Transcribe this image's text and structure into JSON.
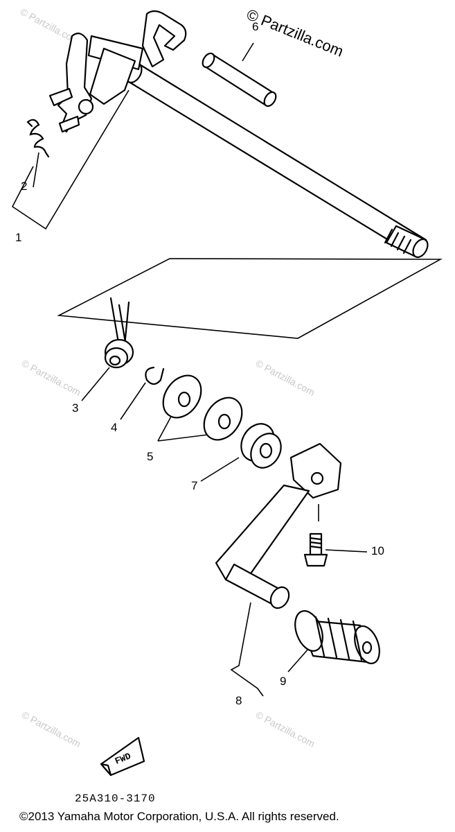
{
  "watermark": {
    "site": "© Partzilla.com",
    "faint": "© Partzilla.com"
  },
  "callouts": {
    "c1": "1",
    "c2": "2",
    "c3": "3",
    "c4": "4",
    "c5": "5",
    "c6": "6",
    "c7": "7",
    "c8": "8",
    "c9": "9",
    "c10": "10"
  },
  "fwd_label": "FWD",
  "catalog_code": "25A310-3170",
  "copyright": "©2013 Yamaha Motor Corporation, U.S.A. All rights reserved."
}
